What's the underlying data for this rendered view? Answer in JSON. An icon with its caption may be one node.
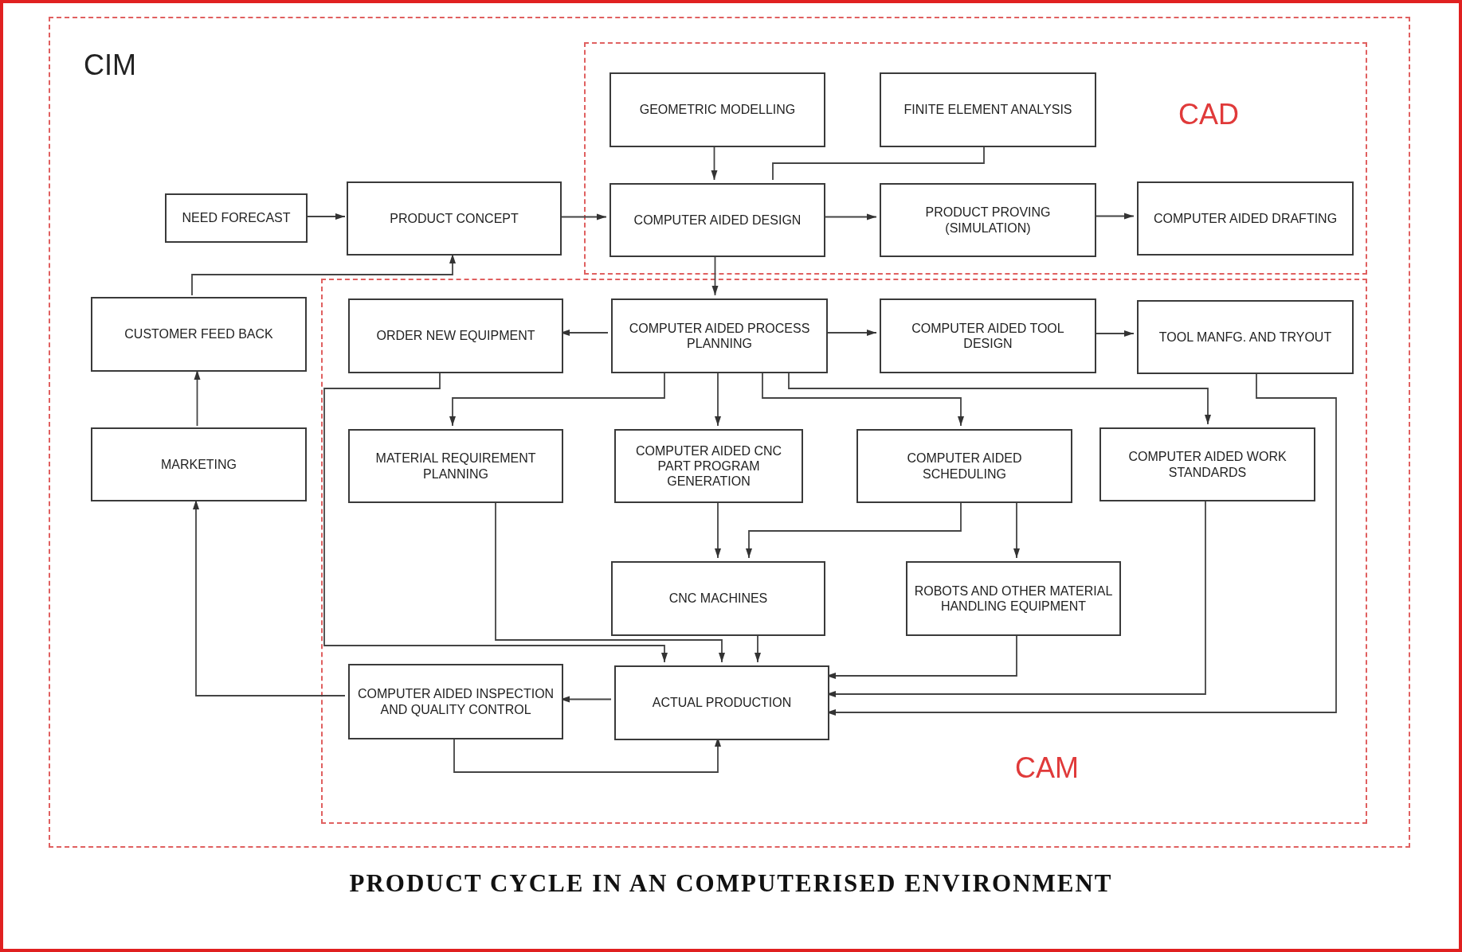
{
  "diagram": {
    "title": "PRODUCT CYCLE IN AN COMPUTERISED ENVIRONMENT",
    "nodes": [
      {
        "text": [
          "CIM"
        ]
      },
      {
        "text": [
          "CAD"
        ],
        "in": 0
      },
      {
        "text": [
          "GEOMETRIC MODELLING"
        ],
        "in": 1
      },
      {
        "text": [
          "FINITE ELEMENT ANALYSIS"
        ],
        "in": 1
      },
      {
        "text": [
          "NEED FORECAST"
        ],
        "in": 0
      },
      {
        "text": [
          "PRODUCT CONCEPT"
        ],
        "in": 0
      },
      {
        "text": [
          "COMPUTER AIDED DESIGN"
        ],
        "in": 1
      },
      {
        "text": [
          "PRODUCT PROVING (SIMULATION)"
        ],
        "in": 1
      },
      {
        "text": [
          "COMPUTER AIDED DRAFTING"
        ],
        "in": 1
      },
      {
        "text": [
          "CUSTOMER FEED BACK"
        ],
        "in": 0
      },
      {
        "text": [
          "CAM"
        ],
        "in": 0
      },
      {
        "text": [
          "ORDER NEW EQUIPMENT"
        ],
        "in": 10
      },
      {
        "text": [
          "COMPUTER AIDED PROCESS PLANNING"
        ],
        "in": 10
      },
      {
        "text": [
          "COMPUTER AIDED TOOL DESIGN"
        ],
        "in": 10
      },
      {
        "text": [
          "TOOL MANFG. AND TRYOUT"
        ],
        "in": 10
      },
      {
        "text": [
          "MARKETING"
        ],
        "in": 0
      },
      {
        "text": [
          "MATERIAL REQUIREMENT PLANNING"
        ],
        "in": 10
      },
      {
        "text": [
          "COMPUTER AIDED CNC PART PROGRAM GENERATION"
        ],
        "in": 10
      },
      {
        "text": [
          "COMPUTER AIDED SCHEDULING"
        ],
        "in": 10
      },
      {
        "text": [
          "COMPUTER AIDED WORK STANDARDS"
        ],
        "in": 10
      },
      {
        "text": [
          "CNC MACHINES"
        ],
        "in": 10
      },
      {
        "text": [
          "ROBOTS AND OTHER MATERIAL HANDLING EQUIPMENT"
        ],
        "in": 10
      },
      {
        "text": [
          "COMPUTER AIDED INSPECTION AND QUALITY CONTROL"
        ],
        "in": 10
      },
      {
        "text": [
          "ACTUAL PRODUCTION"
        ],
        "in": 10
      }
    ],
    "edges": [
      {
        "from": 4,
        "to": 5,
        "arrow": "to"
      },
      {
        "from": 5,
        "to": 6,
        "arrow": "to"
      },
      {
        "from": 2,
        "to": 6,
        "arrow": "to"
      },
      {
        "from": 3,
        "to": 6,
        "arrow": "none"
      },
      {
        "from": 6,
        "to": 7,
        "arrow": "to"
      },
      {
        "from": 7,
        "to": 8,
        "arrow": "to"
      },
      {
        "from": 6,
        "to": 12,
        "arrow": "to"
      },
      {
        "from": 9,
        "to": 5,
        "arrow": "to"
      },
      {
        "from": 15,
        "to": 9,
        "arrow": "to"
      },
      {
        "from": 12,
        "to": 11,
        "arrow": "to"
      },
      {
        "from": 12,
        "to": 13,
        "arrow": "to"
      },
      {
        "from": 13,
        "to": 14,
        "arrow": "to"
      },
      {
        "from": 12,
        "to": 16,
        "arrow": "to"
      },
      {
        "from": 12,
        "to": 17,
        "arrow": "to"
      },
      {
        "from": 12,
        "to": 18,
        "arrow": "to"
      },
      {
        "from": 12,
        "to": 19,
        "arrow": "to"
      },
      {
        "from": 11,
        "to": 23,
        "arrow": "to"
      },
      {
        "from": 16,
        "to": 23,
        "arrow": "to"
      },
      {
        "from": 17,
        "to": 20,
        "arrow": "to"
      },
      {
        "from": 18,
        "to": 20,
        "arrow": "to"
      },
      {
        "from": 18,
        "to": 21,
        "arrow": "to"
      },
      {
        "from": 20,
        "to": 23,
        "arrow": "to"
      },
      {
        "from": 21,
        "to": 23,
        "arrow": "to"
      },
      {
        "from": 19,
        "to": 23,
        "arrow": "to"
      },
      {
        "from": 14,
        "to": 23,
        "arrow": "to"
      },
      {
        "from": 23,
        "to": 22,
        "arrow": "to"
      },
      {
        "from": 22,
        "to": 15,
        "arrow": "to"
      },
      {
        "from": 22,
        "to": 23,
        "arrow": "to"
      }
    ]
  }
}
